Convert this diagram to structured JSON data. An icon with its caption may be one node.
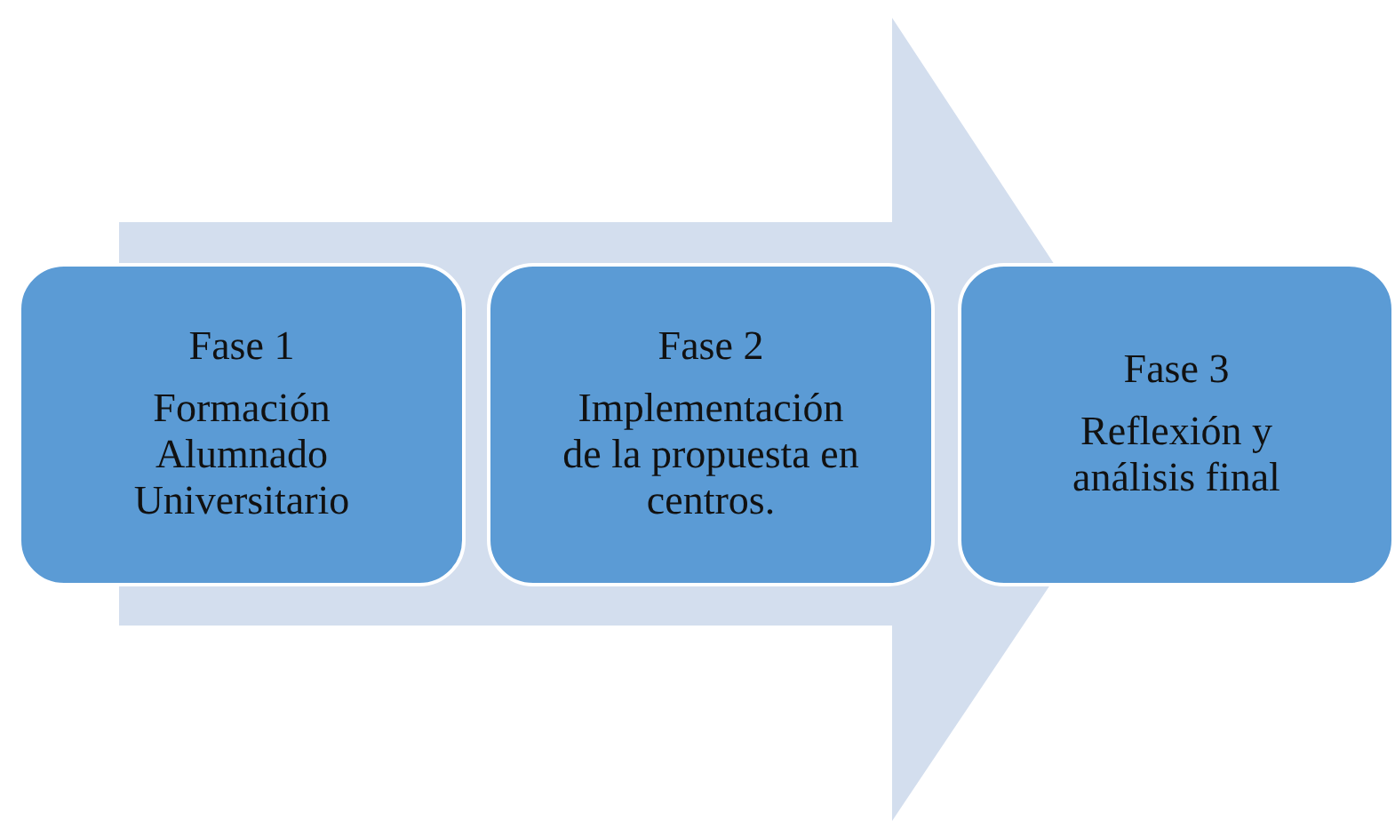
{
  "diagram": {
    "nodes": [
      {
        "text": [
          "Fase 1",
          "Formación Alumnado Universitario"
        ]
      },
      {
        "text": [
          "Fase 2",
          "Implementación de la propuesta en centros."
        ]
      },
      {
        "text": [
          "Fase 3",
          "Reflexión y análisis final"
        ]
      }
    ],
    "edges": [
      {
        "from": 0,
        "to": 2,
        "arrow": "to",
        "style": "thick",
        "color": "#d3deee"
      }
    ]
  }
}
